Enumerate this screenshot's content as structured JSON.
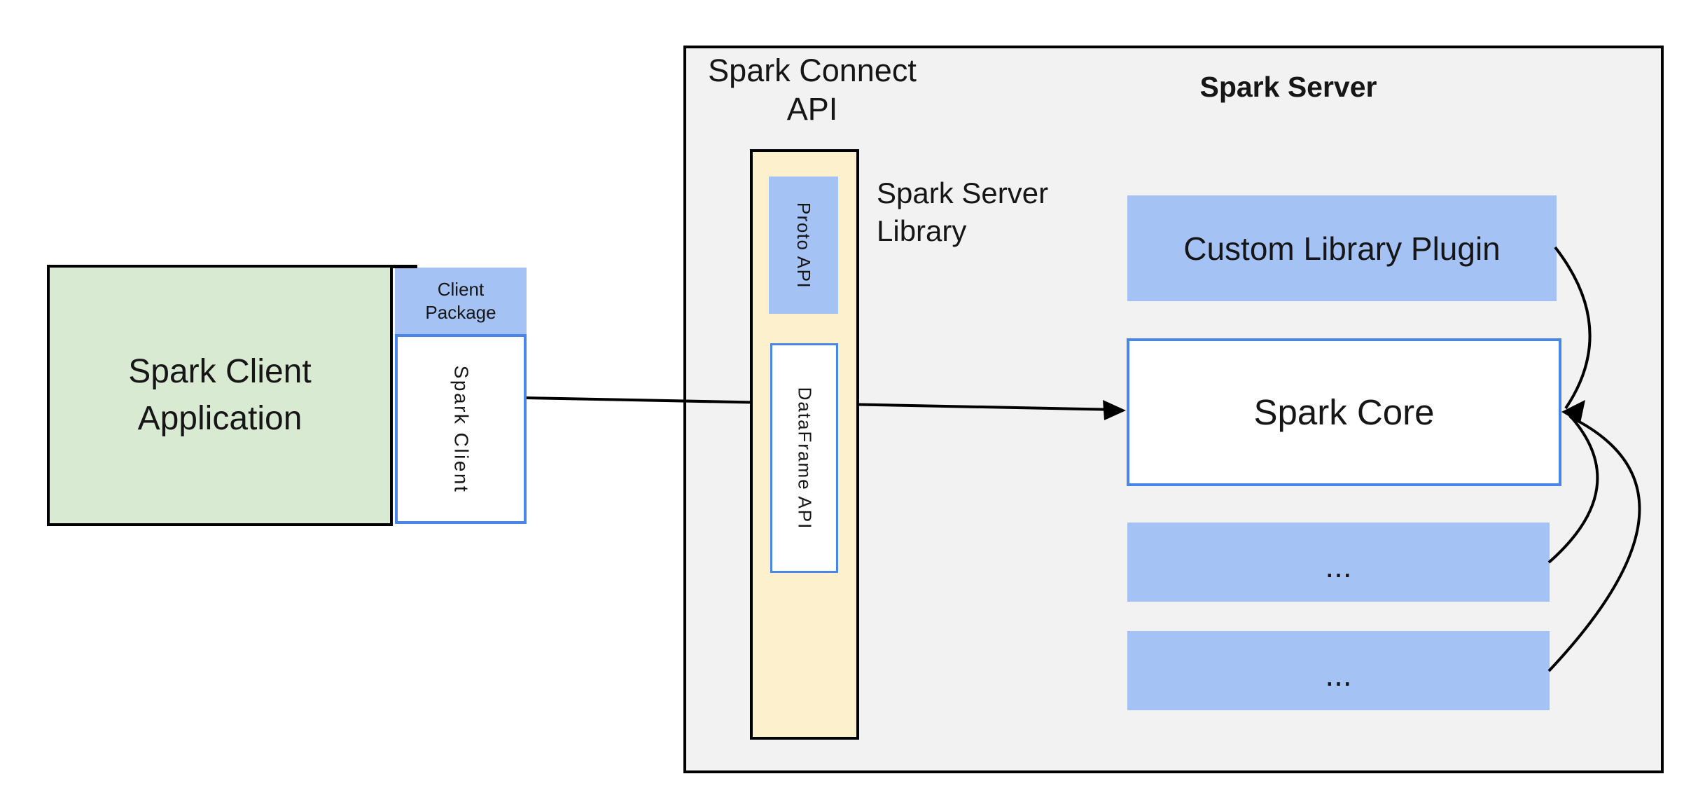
{
  "diagram": {
    "client": {
      "app_label_line1": "Spark Client",
      "app_label_line2": "Application",
      "package_label_line1": "Client",
      "package_label_line2": "Package",
      "client_label": "Spark Client"
    },
    "connect": {
      "title_line1": "Spark Connect",
      "title_line2": "API",
      "library_label_line1": "Spark Server",
      "library_label_line2": "Library",
      "proto_label": "Proto API",
      "dataframe_label": "DataFrame API"
    },
    "server": {
      "title": "Spark Server",
      "plugin_label": "Custom Library Plugin",
      "core_label": "Spark Core",
      "more_label_1": "...",
      "more_label_2": "..."
    },
    "colors": {
      "green": "#d9ead3",
      "blue": "#a4c2f4",
      "yellow": "#fdf0cd",
      "gray": "#f2f2f2",
      "blue_border": "#4a86e8"
    }
  }
}
